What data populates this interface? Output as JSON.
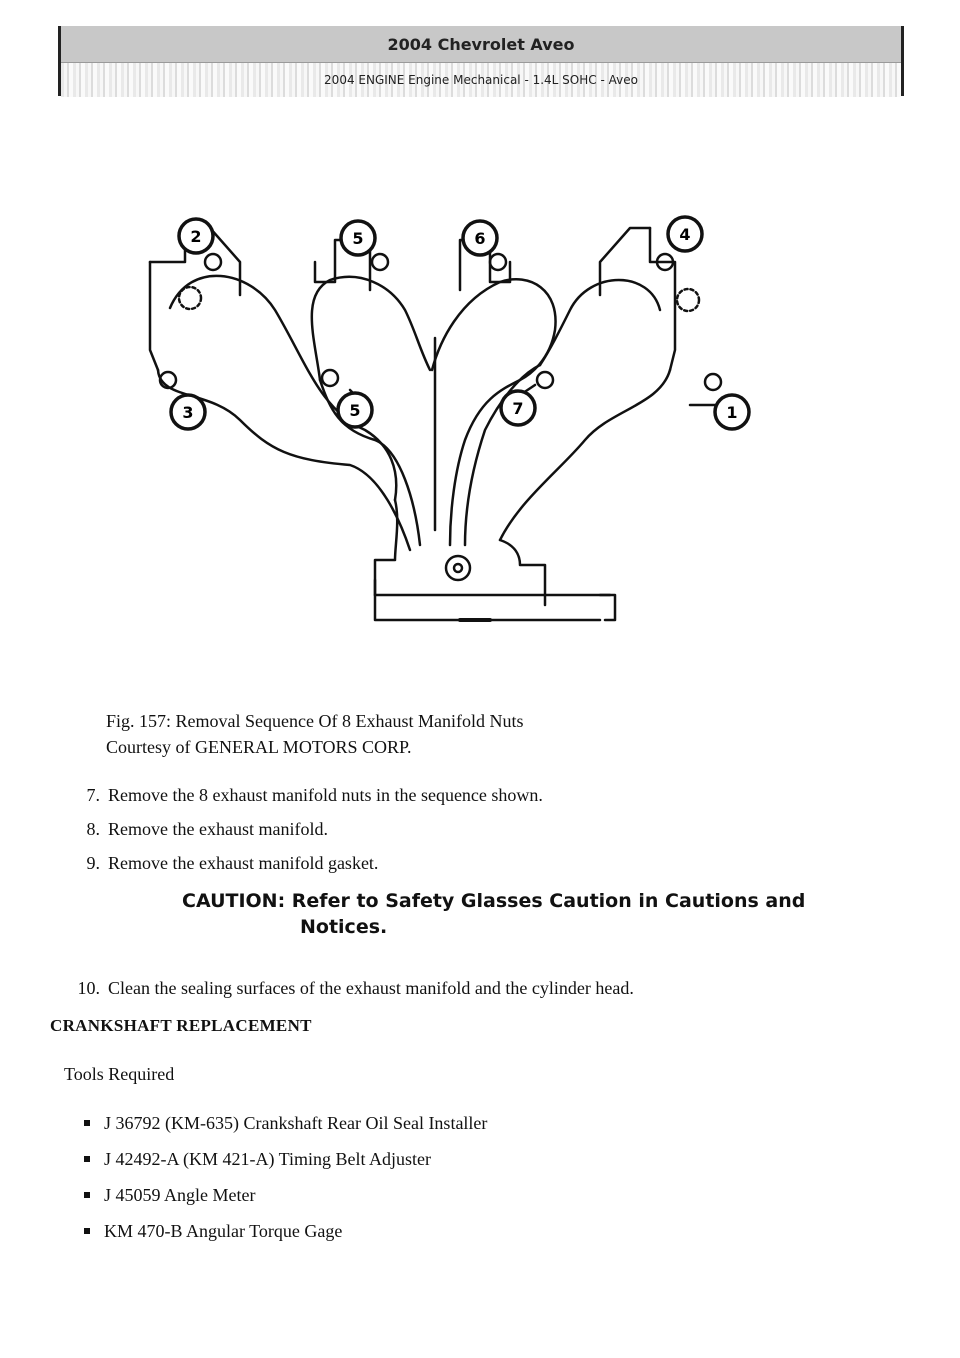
{
  "header": {
    "title": "2004 Chevrolet Aveo",
    "subtitle": "2004 ENGINE Engine Mechanical - 1.4L SOHC - Aveo"
  },
  "figure": {
    "callouts": [
      "2",
      "5",
      "6",
      "4",
      "3",
      "5",
      "7",
      "1"
    ],
    "caption_line1": "Fig. 157: Removal Sequence Of 8 Exhaust Manifold Nuts",
    "caption_line2": "Courtesy of GENERAL MOTORS CORP."
  },
  "steps": [
    {
      "num": "7.",
      "text": "Remove the 8 exhaust manifold nuts in the sequence shown."
    },
    {
      "num": "8.",
      "text": "Remove the exhaust manifold."
    },
    {
      "num": "9.",
      "text": "Remove the exhaust manifold gasket."
    }
  ],
  "caution": {
    "line1": "CAUTION: Refer to Safety Glasses Caution in Cautions and",
    "line2": "Notices."
  },
  "step10": {
    "num": "10.",
    "text": "Clean the sealing surfaces of the exhaust manifold and the cylinder head."
  },
  "section": {
    "title": "CRANKSHAFT REPLACEMENT",
    "tools_label": "Tools Required"
  },
  "tools": [
    "J 36792 (KM-635) Crankshaft Rear Oil Seal Installer",
    "J 42492-A (KM 421-A) Timing Belt Adjuster",
    "J 45059 Angle Meter",
    "KM 470-B Angular Torque Gage"
  ]
}
